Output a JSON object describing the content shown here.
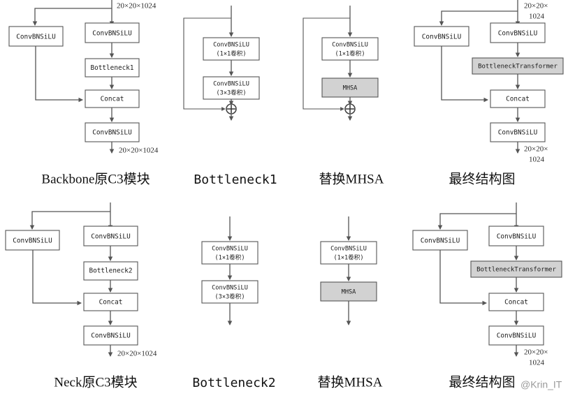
{
  "figure": {
    "title": "C3 module and BottleneckTransformer replacement diagrams",
    "watermark": "@Krin_IT",
    "colors": {
      "stroke": "#555555",
      "box_fill": "#ffffff",
      "highlight_fill": "#d2d2d2",
      "text": "#1a1a1a",
      "watermark": "#9a9a9a"
    }
  },
  "labels": {
    "conv": "ConvBNSiLU",
    "conv_1x1_line1": "ConvBNSiLU",
    "conv_1x1_line2": "(1×1卷积)",
    "conv_3x3_line1": "ConvBNSiLU",
    "conv_3x3_line2": "(3×3卷积)",
    "bottleneck1": "Bottleneck1",
    "bottleneck2": "Bottleneck2",
    "concat": "Concat",
    "mhsa": "MHSA",
    "bottleneck_transformer": "BottleneckTransformer",
    "dim_full": "20×20×1024",
    "dim_line1": "20×20×",
    "dim_line2": "1024"
  },
  "panels": [
    {
      "id": "backbone-c3",
      "caption": "Backbone原C3模块",
      "caption_style": "serif",
      "top_dim": "20×20×1024",
      "bottom_dim": "20×20×1024",
      "nodes": [
        {
          "name": "conv-left",
          "label": "ConvBNSiLU",
          "highlight": false
        },
        {
          "name": "conv-right",
          "label": "ConvBNSiLU",
          "highlight": false
        },
        {
          "name": "bottleneck",
          "label": "Bottleneck1",
          "highlight": false
        },
        {
          "name": "concat",
          "label": "Concat",
          "highlight": false
        },
        {
          "name": "conv-out",
          "label": "ConvBNSiLU",
          "highlight": false
        }
      ]
    },
    {
      "id": "bottleneck1",
      "caption": "Bottleneck1",
      "caption_style": "mono",
      "top_dim": "",
      "bottom_dim": "",
      "has_residual": true,
      "nodes": [
        {
          "name": "conv-1x1",
          "label": "ConvBNSiLU",
          "sublabel": "(1×1卷积)",
          "highlight": false
        },
        {
          "name": "conv-3x3",
          "label": "ConvBNSiLU",
          "sublabel": "(3×3卷积)",
          "highlight": false
        }
      ]
    },
    {
      "id": "replace-mhsa-top",
      "caption": "替换MHSA",
      "caption_style": "serif",
      "top_dim": "",
      "bottom_dim": "",
      "has_residual": true,
      "nodes": [
        {
          "name": "conv-1x1",
          "label": "ConvBNSiLU",
          "sublabel": "(1×1卷积)",
          "highlight": false
        },
        {
          "name": "mhsa",
          "label": "MHSA",
          "highlight": true
        }
      ]
    },
    {
      "id": "final-structure-top",
      "caption": "最终结构图",
      "caption_style": "serif",
      "top_dim_line1": "20×20×",
      "top_dim_line2": "1024",
      "bottom_dim_line1": "20×20×",
      "bottom_dim_line2": "1024",
      "nodes": [
        {
          "name": "conv-left",
          "label": "ConvBNSiLU",
          "highlight": false
        },
        {
          "name": "conv-right",
          "label": "ConvBNSiLU",
          "highlight": false
        },
        {
          "name": "bottleneck-transformer",
          "label": "BottleneckTransformer",
          "highlight": true
        },
        {
          "name": "concat",
          "label": "Concat",
          "highlight": false
        },
        {
          "name": "conv-out",
          "label": "ConvBNSiLU",
          "highlight": false
        }
      ]
    },
    {
      "id": "neck-c3",
      "caption": "Neck原C3模块",
      "caption_style": "serif",
      "top_dim": "",
      "bottom_dim": "20×20×1024",
      "nodes": [
        {
          "name": "conv-left",
          "label": "ConvBNSiLU",
          "highlight": false
        },
        {
          "name": "conv-right",
          "label": "ConvBNSiLU",
          "highlight": false
        },
        {
          "name": "bottleneck",
          "label": "Bottleneck2",
          "highlight": false
        },
        {
          "name": "concat",
          "label": "Concat",
          "highlight": false
        },
        {
          "name": "conv-out",
          "label": "ConvBNSiLU",
          "highlight": false
        }
      ]
    },
    {
      "id": "bottleneck2",
      "caption": "Bottleneck2",
      "caption_style": "mono",
      "top_dim": "",
      "bottom_dim": "",
      "has_residual": false,
      "nodes": [
        {
          "name": "conv-1x1",
          "label": "ConvBNSiLU",
          "sublabel": "(1×1卷积)",
          "highlight": false
        },
        {
          "name": "conv-3x3",
          "label": "ConvBNSiLU",
          "sublabel": "(3×3卷积)",
          "highlight": false
        }
      ]
    },
    {
      "id": "replace-mhsa-bottom",
      "caption": "替换MHSA",
      "caption_style": "serif",
      "top_dim": "",
      "bottom_dim": "",
      "has_residual": false,
      "nodes": [
        {
          "name": "conv-1x1",
          "label": "ConvBNSiLU",
          "sublabel": "(1×1卷积)",
          "highlight": false
        },
        {
          "name": "mhsa",
          "label": "MHSA",
          "highlight": true
        }
      ]
    },
    {
      "id": "final-structure-bottom",
      "caption": "最终结构图",
      "caption_style": "serif",
      "top_dim": "",
      "bottom_dim_line1": "20×20×",
      "bottom_dim_line2": "1024",
      "nodes": [
        {
          "name": "conv-left",
          "label": "ConvBNSiLU",
          "highlight": false
        },
        {
          "name": "conv-right",
          "label": "ConvBNSiLU",
          "highlight": false
        },
        {
          "name": "bottleneck-transformer",
          "label": "BottleneckTransformer",
          "highlight": true
        },
        {
          "name": "concat",
          "label": "Concat",
          "highlight": false
        },
        {
          "name": "conv-out",
          "label": "ConvBNSiLU",
          "highlight": false
        }
      ]
    }
  ]
}
